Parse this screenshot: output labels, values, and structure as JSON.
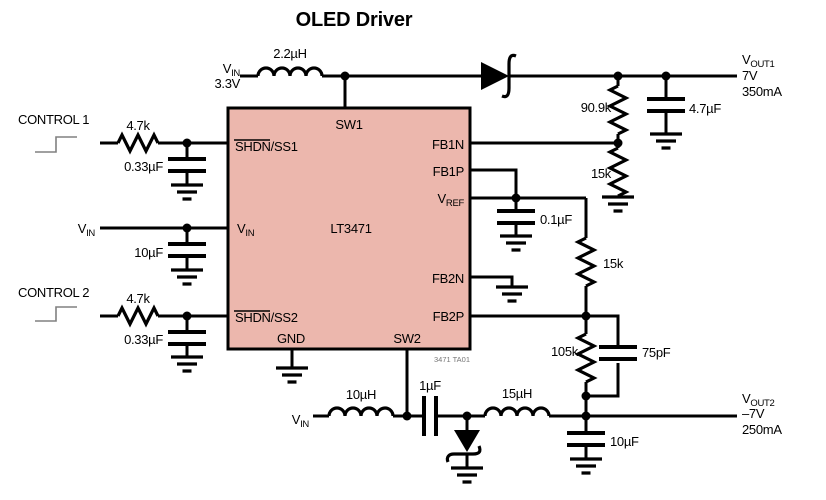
{
  "title": "OLED Driver",
  "colors": {
    "ic_fill": "#ecb7ad",
    "line": "#000000",
    "waveform_gray": "#808080"
  },
  "ic": {
    "name": "LT3471",
    "ref_note": "3471 TA01",
    "pins": {
      "sw1": "SW1",
      "shdn_ss1": {
        "overlined": "SHDN",
        "rest": "/SS1"
      },
      "vin": {
        "main": "V",
        "sub": "IN"
      },
      "shdn_ss2": {
        "overlined": "SHDN",
        "rest": "/SS2"
      },
      "gnd": "GND",
      "sw2": "SW2",
      "fb1n": "FB1N",
      "fb1p": "FB1P",
      "vref": {
        "main": "V",
        "sub": "REF"
      },
      "fb2n": "FB2N",
      "fb2p": "FB2P"
    }
  },
  "sources": {
    "vin_top": {
      "main": "V",
      "sub": "IN",
      "voltage": "3.3V"
    },
    "vin_left": {
      "main": "V",
      "sub": "IN"
    },
    "vin_bottom": {
      "main": "V",
      "sub": "IN"
    },
    "control1": "CONTROL 1",
    "control2": "CONTROL 2"
  },
  "outputs": {
    "vout1": {
      "main": "V",
      "sub": "OUT1",
      "voltage": "7V",
      "current": "350mA"
    },
    "vout2": {
      "main": "V",
      "sub": "OUT2",
      "voltage": "–7V",
      "current": "250mA"
    }
  },
  "components": {
    "l1": "2.2µH",
    "r_fb1_top": "90.9k",
    "r_fb1_bot": "15k",
    "c_out1": "4.7µF",
    "r_ss1": "4.7k",
    "c_ss1": "0.33µF",
    "c_vin": "10µF",
    "r_ss2": "4.7k",
    "c_ss2": "0.33µF",
    "c_vref": "0.1µF",
    "r_vref": "15k",
    "r_fb2": "105k",
    "c_fb2": "75pF",
    "l2": "10µH",
    "c_fly": "1µF",
    "l3": "15µH",
    "c_out2": "10µF"
  }
}
